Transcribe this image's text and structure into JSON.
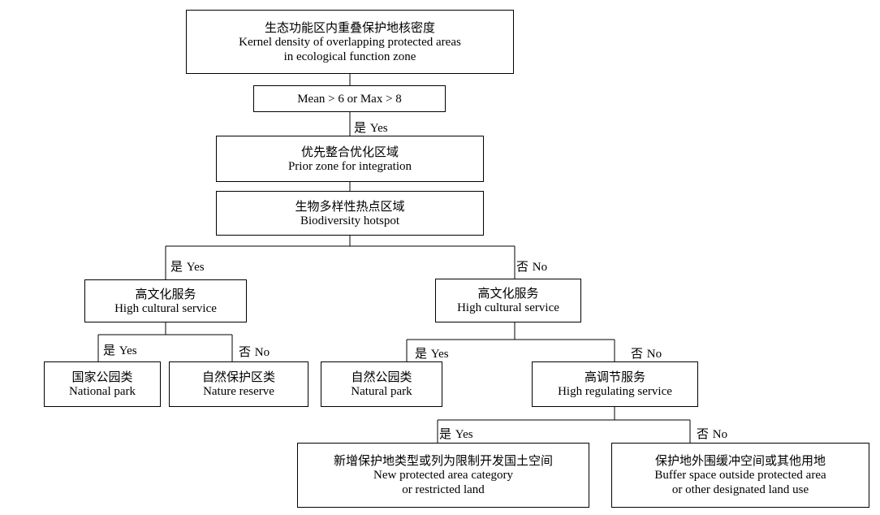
{
  "nodes": {
    "root": {
      "zh": "生态功能区内重叠保护地核密度",
      "en1": "Kernel density of overlapping protected areas",
      "en2": "in ecological function zone"
    },
    "condition": {
      "text": "Mean > 6 or Max > 8"
    },
    "priority": {
      "zh": "优先整合优化区域",
      "en": "Prior zone for integration"
    },
    "hotspot": {
      "zh": "生物多样性热点区域",
      "en": "Biodiversity hotspot"
    },
    "hcs_left": {
      "zh": "高文化服务",
      "en": "High cultural service"
    },
    "hcs_right": {
      "zh": "高文化服务",
      "en": "High cultural service"
    },
    "national_park": {
      "zh": "国家公园类",
      "en": "National park"
    },
    "nature_reserve": {
      "zh": "自然保护区类",
      "en": "Nature reserve"
    },
    "natural_park": {
      "zh": "自然公园类",
      "en": "Natural park"
    },
    "high_reg": {
      "zh": "高调节服务",
      "en": "High regulating service"
    },
    "new_pa": {
      "zh": "新增保护地类型或列为限制开发国土空间",
      "en1": "New protected area category",
      "en2": "or restricted land"
    },
    "buffer": {
      "zh": "保护地外围缓冲空间或其他用地",
      "en1": "Buffer space outside protected area",
      "en2": "or other designated land use"
    }
  },
  "labels": {
    "yes_zh": "是",
    "yes_en": "Yes",
    "no_zh": "否",
    "no_en": "No"
  }
}
